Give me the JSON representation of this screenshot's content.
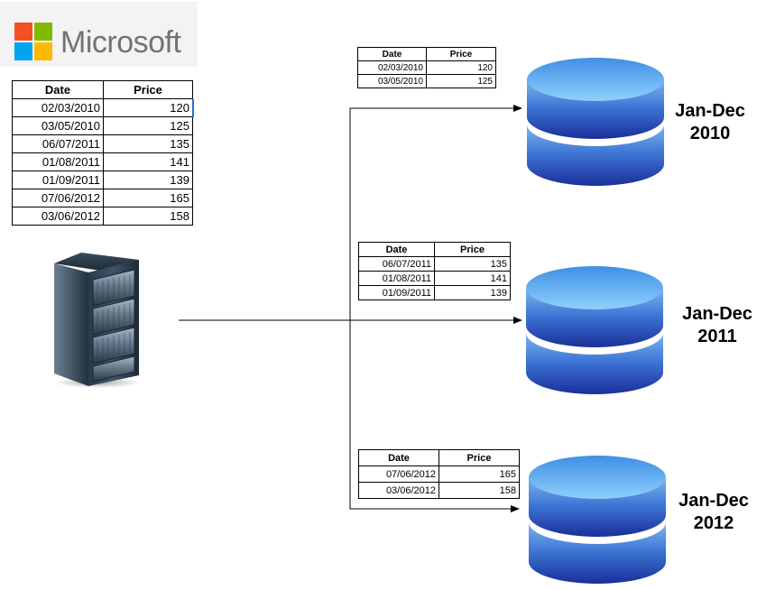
{
  "logo": {
    "wordmark": "Microsoft",
    "colors": {
      "red": "#f25022",
      "green": "#7fba00",
      "blue": "#00a4ef",
      "yellow": "#ffb900"
    }
  },
  "source_table": {
    "headers": [
      "Date",
      "Price"
    ],
    "rows": [
      [
        "02/03/2010",
        "120"
      ],
      [
        "03/05/2010",
        "125"
      ],
      [
        "06/07/2011",
        "135"
      ],
      [
        "01/08/2011",
        "141"
      ],
      [
        "01/09/2011",
        "139"
      ],
      [
        "07/06/2012",
        "165"
      ],
      [
        "03/06/2012",
        "158"
      ]
    ]
  },
  "server": {
    "icon": "server-rack-icon"
  },
  "partitions": [
    {
      "label": "Jan-Dec\n2010",
      "headers": [
        "Date",
        "Price"
      ],
      "rows": [
        [
          "02/03/2010",
          "120"
        ],
        [
          "03/05/2010",
          "125"
        ]
      ]
    },
    {
      "label": "Jan-Dec\n2011",
      "headers": [
        "Date",
        "Price"
      ],
      "rows": [
        [
          "06/07/2011",
          "135"
        ],
        [
          "01/08/2011",
          "141"
        ],
        [
          "01/09/2011",
          "139"
        ]
      ]
    },
    {
      "label": "Jan-Dec\n2012",
      "headers": [
        "Date",
        "Price"
      ],
      "rows": [
        [
          "07/06/2012",
          "165"
        ],
        [
          "03/06/2012",
          "158"
        ]
      ]
    }
  ],
  "colors": {
    "database_top": "#5aa9f0",
    "database_body": "#1f3fa8",
    "connector": "#000000"
  }
}
